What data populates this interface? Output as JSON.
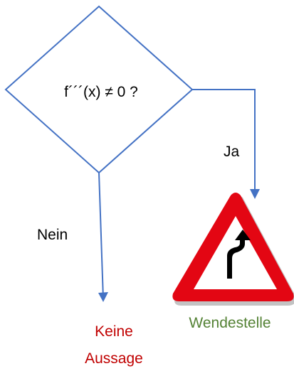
{
  "decision": {
    "question": "f´´´(x) ≠ 0 ?"
  },
  "branches": {
    "yes_label": "Ja",
    "no_label": "Nein"
  },
  "results": {
    "yes_result": "Wendestelle",
    "no_result_line1": "Keine",
    "no_result_line2": "Aussage"
  },
  "colors": {
    "line": "#4472C4",
    "sign_red": "#E30613",
    "sign_shadow": "#666666",
    "yes_result_text": "#548235",
    "no_result_text": "#C00000",
    "label_text": "#000000"
  },
  "icons": {
    "sign": "double-bend-warning-sign-icon"
  }
}
